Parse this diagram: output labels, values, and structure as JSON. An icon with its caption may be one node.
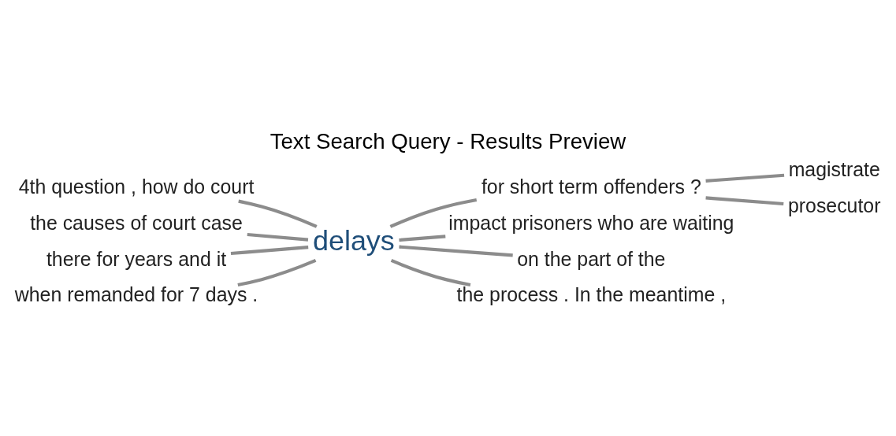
{
  "diagram": {
    "title": "Text Search Query - Results Preview",
    "nodes": [
      {
        "text": [
          "4th question , how do court"
        ]
      },
      {
        "text": [
          "the causes of court case"
        ]
      },
      {
        "text": [
          "there for years and it"
        ]
      },
      {
        "text": [
          "when remanded for 7 days ."
        ]
      },
      {
        "text": [
          "delays"
        ]
      },
      {
        "text": [
          "for short term offenders ?"
        ]
      },
      {
        "text": [
          "magistrate"
        ]
      },
      {
        "text": [
          "prosecutor"
        ]
      },
      {
        "text": [
          "impact prisoners who are waiting"
        ]
      },
      {
        "text": [
          "on the part of the"
        ]
      },
      {
        "text": [
          "the process . In the meantime ,"
        ]
      }
    ],
    "edges": [
      {
        "from": 0,
        "to": 4,
        "arrow": "none"
      },
      {
        "from": 1,
        "to": 4,
        "arrow": "none"
      },
      {
        "from": 2,
        "to": 4,
        "arrow": "none"
      },
      {
        "from": 3,
        "to": 4,
        "arrow": "none"
      },
      {
        "from": 4,
        "to": 5,
        "arrow": "none"
      },
      {
        "from": 5,
        "to": 6,
        "arrow": "none"
      },
      {
        "from": 5,
        "to": 7,
        "arrow": "none"
      },
      {
        "from": 4,
        "to": 8,
        "arrow": "none"
      },
      {
        "from": 4,
        "to": 9,
        "arrow": "none"
      },
      {
        "from": 4,
        "to": 10,
        "arrow": "none"
      }
    ]
  }
}
